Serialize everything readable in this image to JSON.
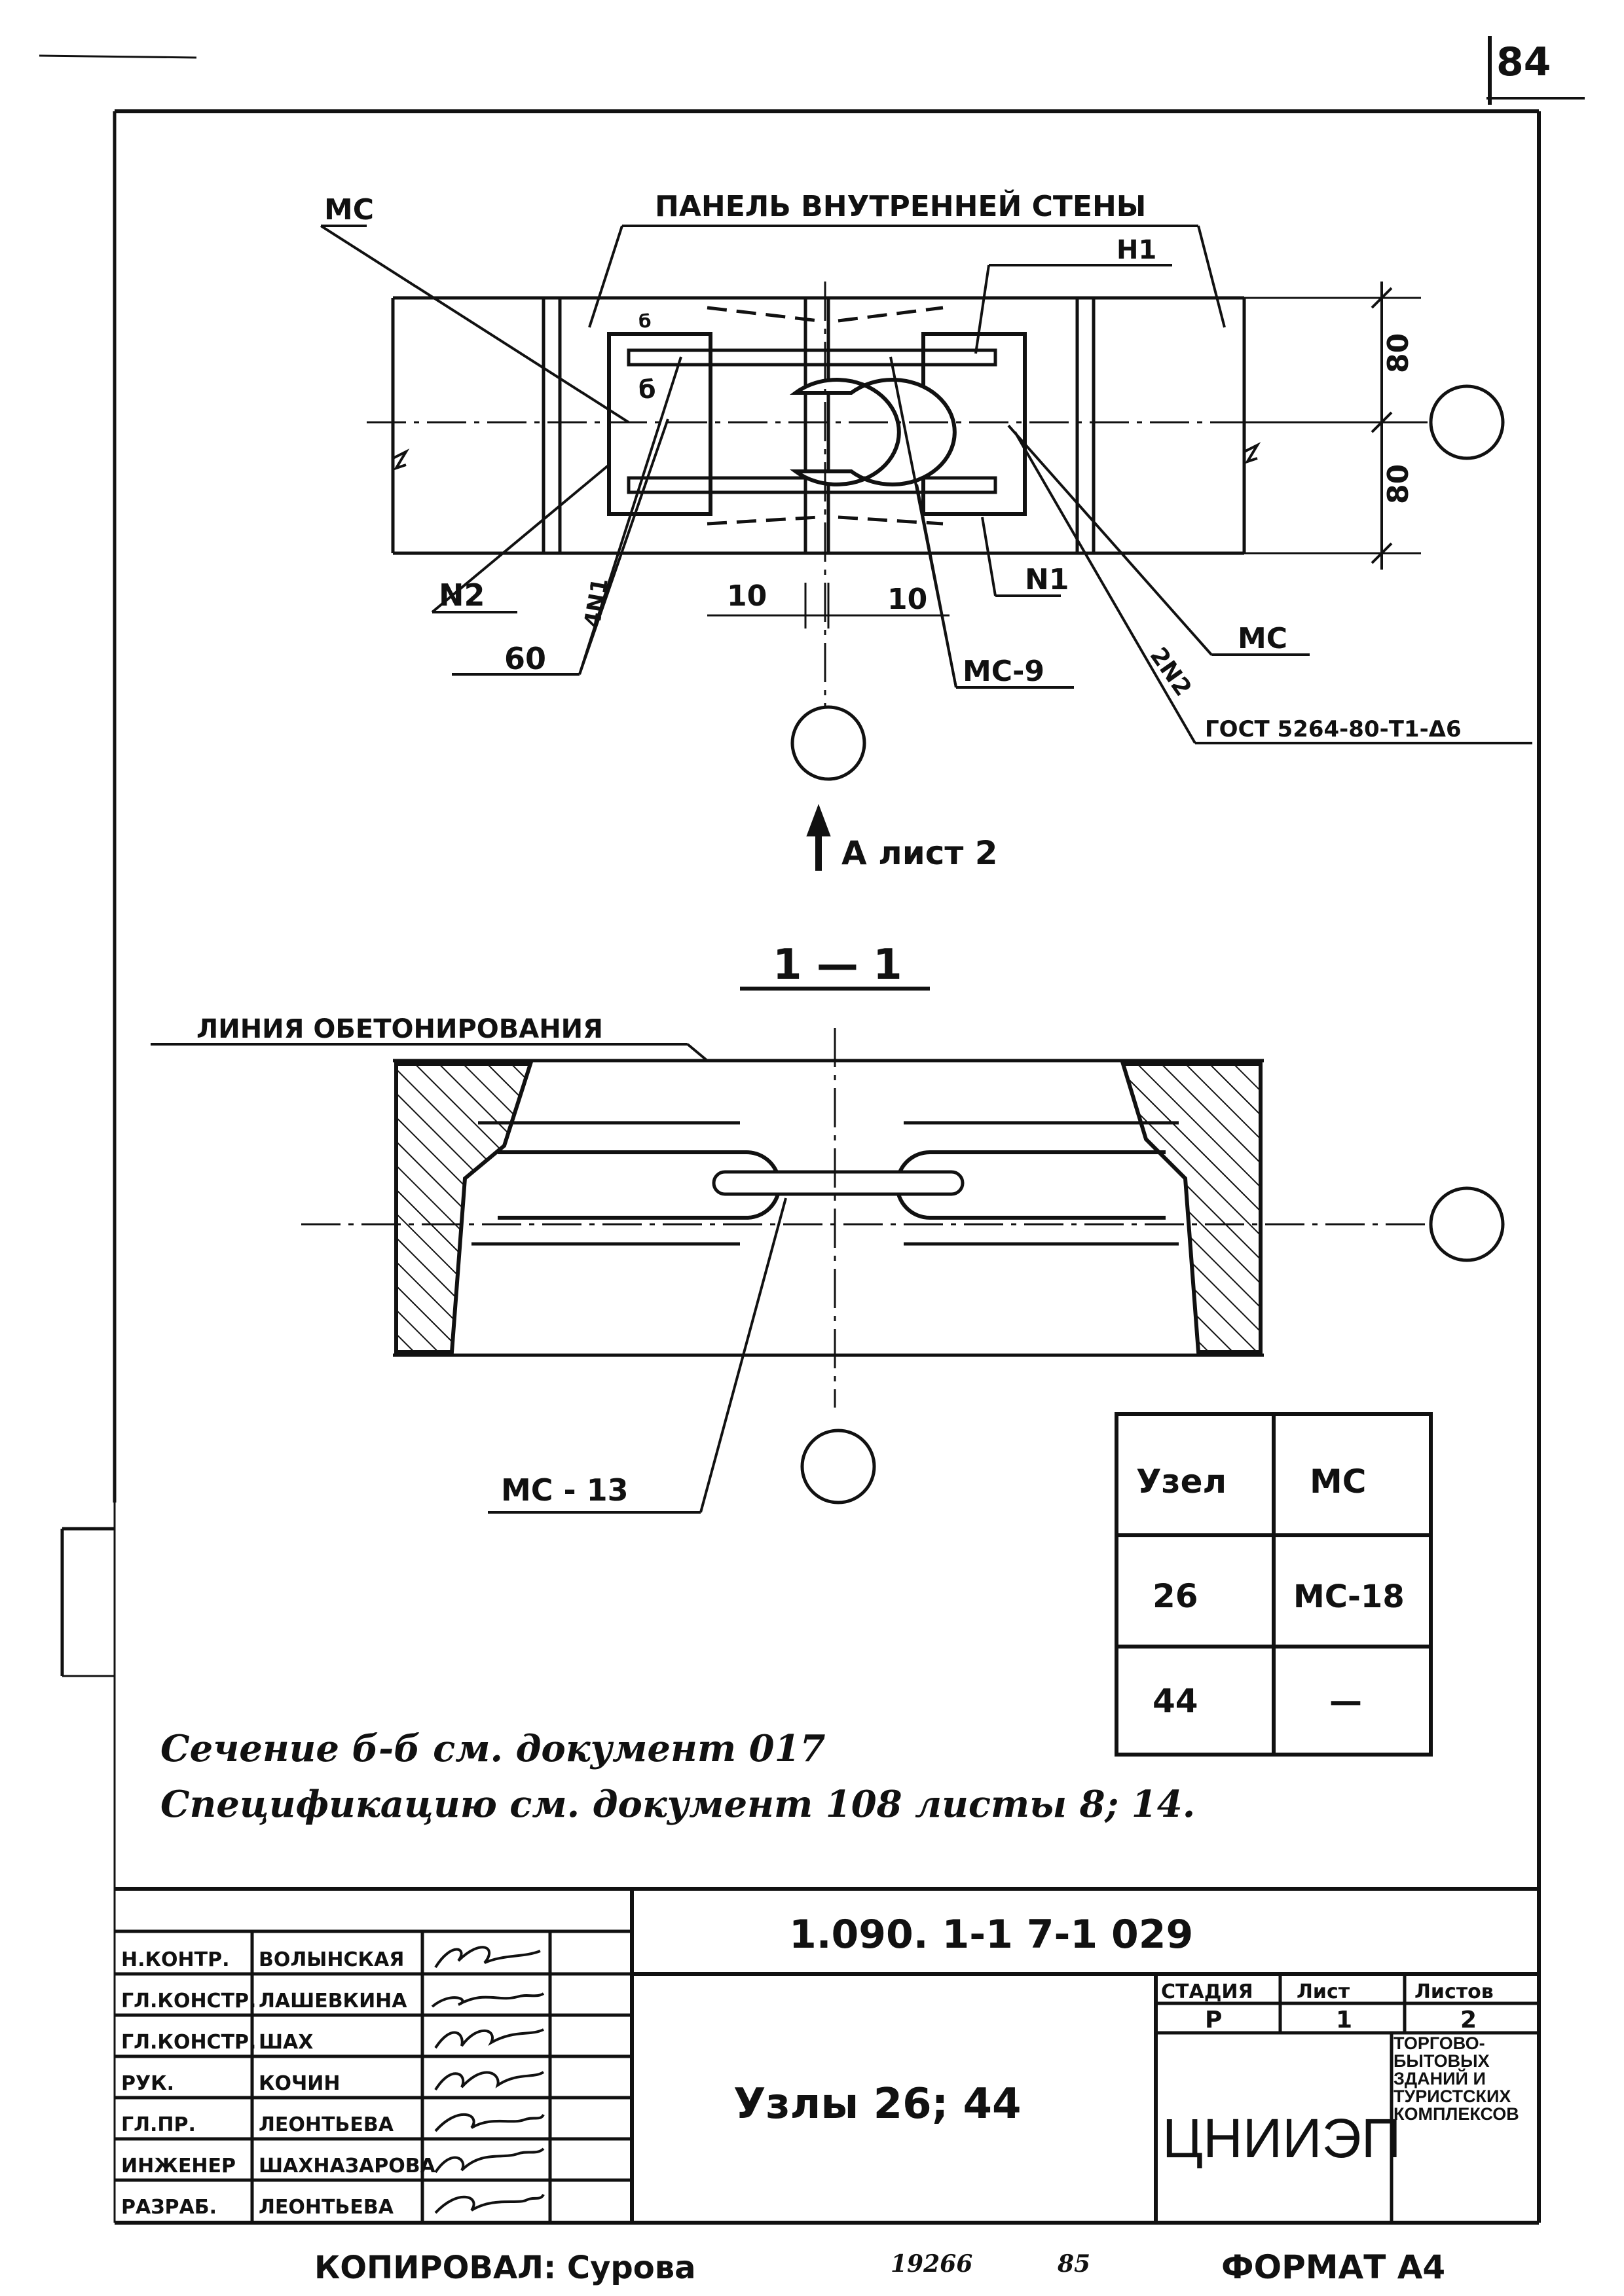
{
  "sheet": {
    "number": "84",
    "format": "ФОРМАТ А4"
  },
  "plan": {
    "label_ms": "МС",
    "label_panel": "ПАНЕЛЬ ВНУТРЕННЕЙ СТЕНЫ",
    "label_n1_top": "Н1",
    "label_dim_80_top": "80",
    "label_dim_80_bottom": "80",
    "label_b_top": "б",
    "label_b_mid": "б",
    "label_n2": "N2",
    "label_4n1": "4N1",
    "label_10_left": "10",
    "label_10_right": "10",
    "label_n1_bottom": "N1",
    "label_ms_right": "МС",
    "label_60": "60",
    "label_ms9": "МС-9",
    "label_2n2": "2N2",
    "label_gost": "ГОСТ 5264-80-Т1-Δ6",
    "view_arrow": "A лист 2"
  },
  "section": {
    "title": "1 — 1",
    "label_concreting": "ЛИНИЯ ОБЕТОНИРОВАНИЯ",
    "label_ms13": "МС - 13"
  },
  "spec_table": {
    "headers": [
      "Узел",
      "МС"
    ],
    "rows": [
      [
        "26",
        "МС-18"
      ],
      [
        "44",
        "—"
      ]
    ]
  },
  "notes": [
    "Сечение б-б см. документ 017",
    "Спецификацию см. документ 108 листы 8; 14."
  ],
  "title_block": {
    "code": "1.090. 1-1 7-1 029",
    "title": "Узлы 26; 44",
    "stage_header": "СТАДИЯ",
    "sheet_header": "Лист",
    "sheets_header": "Листов",
    "stage_value": "Р",
    "sheet_value": "1",
    "sheets_value": "2",
    "org": "ЦНИИЭП",
    "org_sub": "торгово-бытовых зданий и туристских комплексов",
    "signatures": [
      {
        "role": "Н.КОНТР.",
        "name": "ВОЛЫНСКАЯ"
      },
      {
        "role": "ГЛ.КОНСТР.",
        "name": "ЛАШЕВКИНА"
      },
      {
        "role": "ГЛ.КОНСТР.",
        "name": "ШАХ"
      },
      {
        "role": "РУК.",
        "name": "КОЧИН"
      },
      {
        "role": "ГЛ.ПР.",
        "name": "ЛЕОНТЬЕВА"
      },
      {
        "role": "ИНЖЕНЕР",
        "name": "ШАХНАЗАРОВА"
      },
      {
        "role": "РАЗРАБ.",
        "name": "ЛЕОНТЬЕВА"
      }
    ]
  },
  "footer": {
    "copied": "КОПИРОВАЛ: Сурова",
    "num1": "19266",
    "num2": "85"
  }
}
